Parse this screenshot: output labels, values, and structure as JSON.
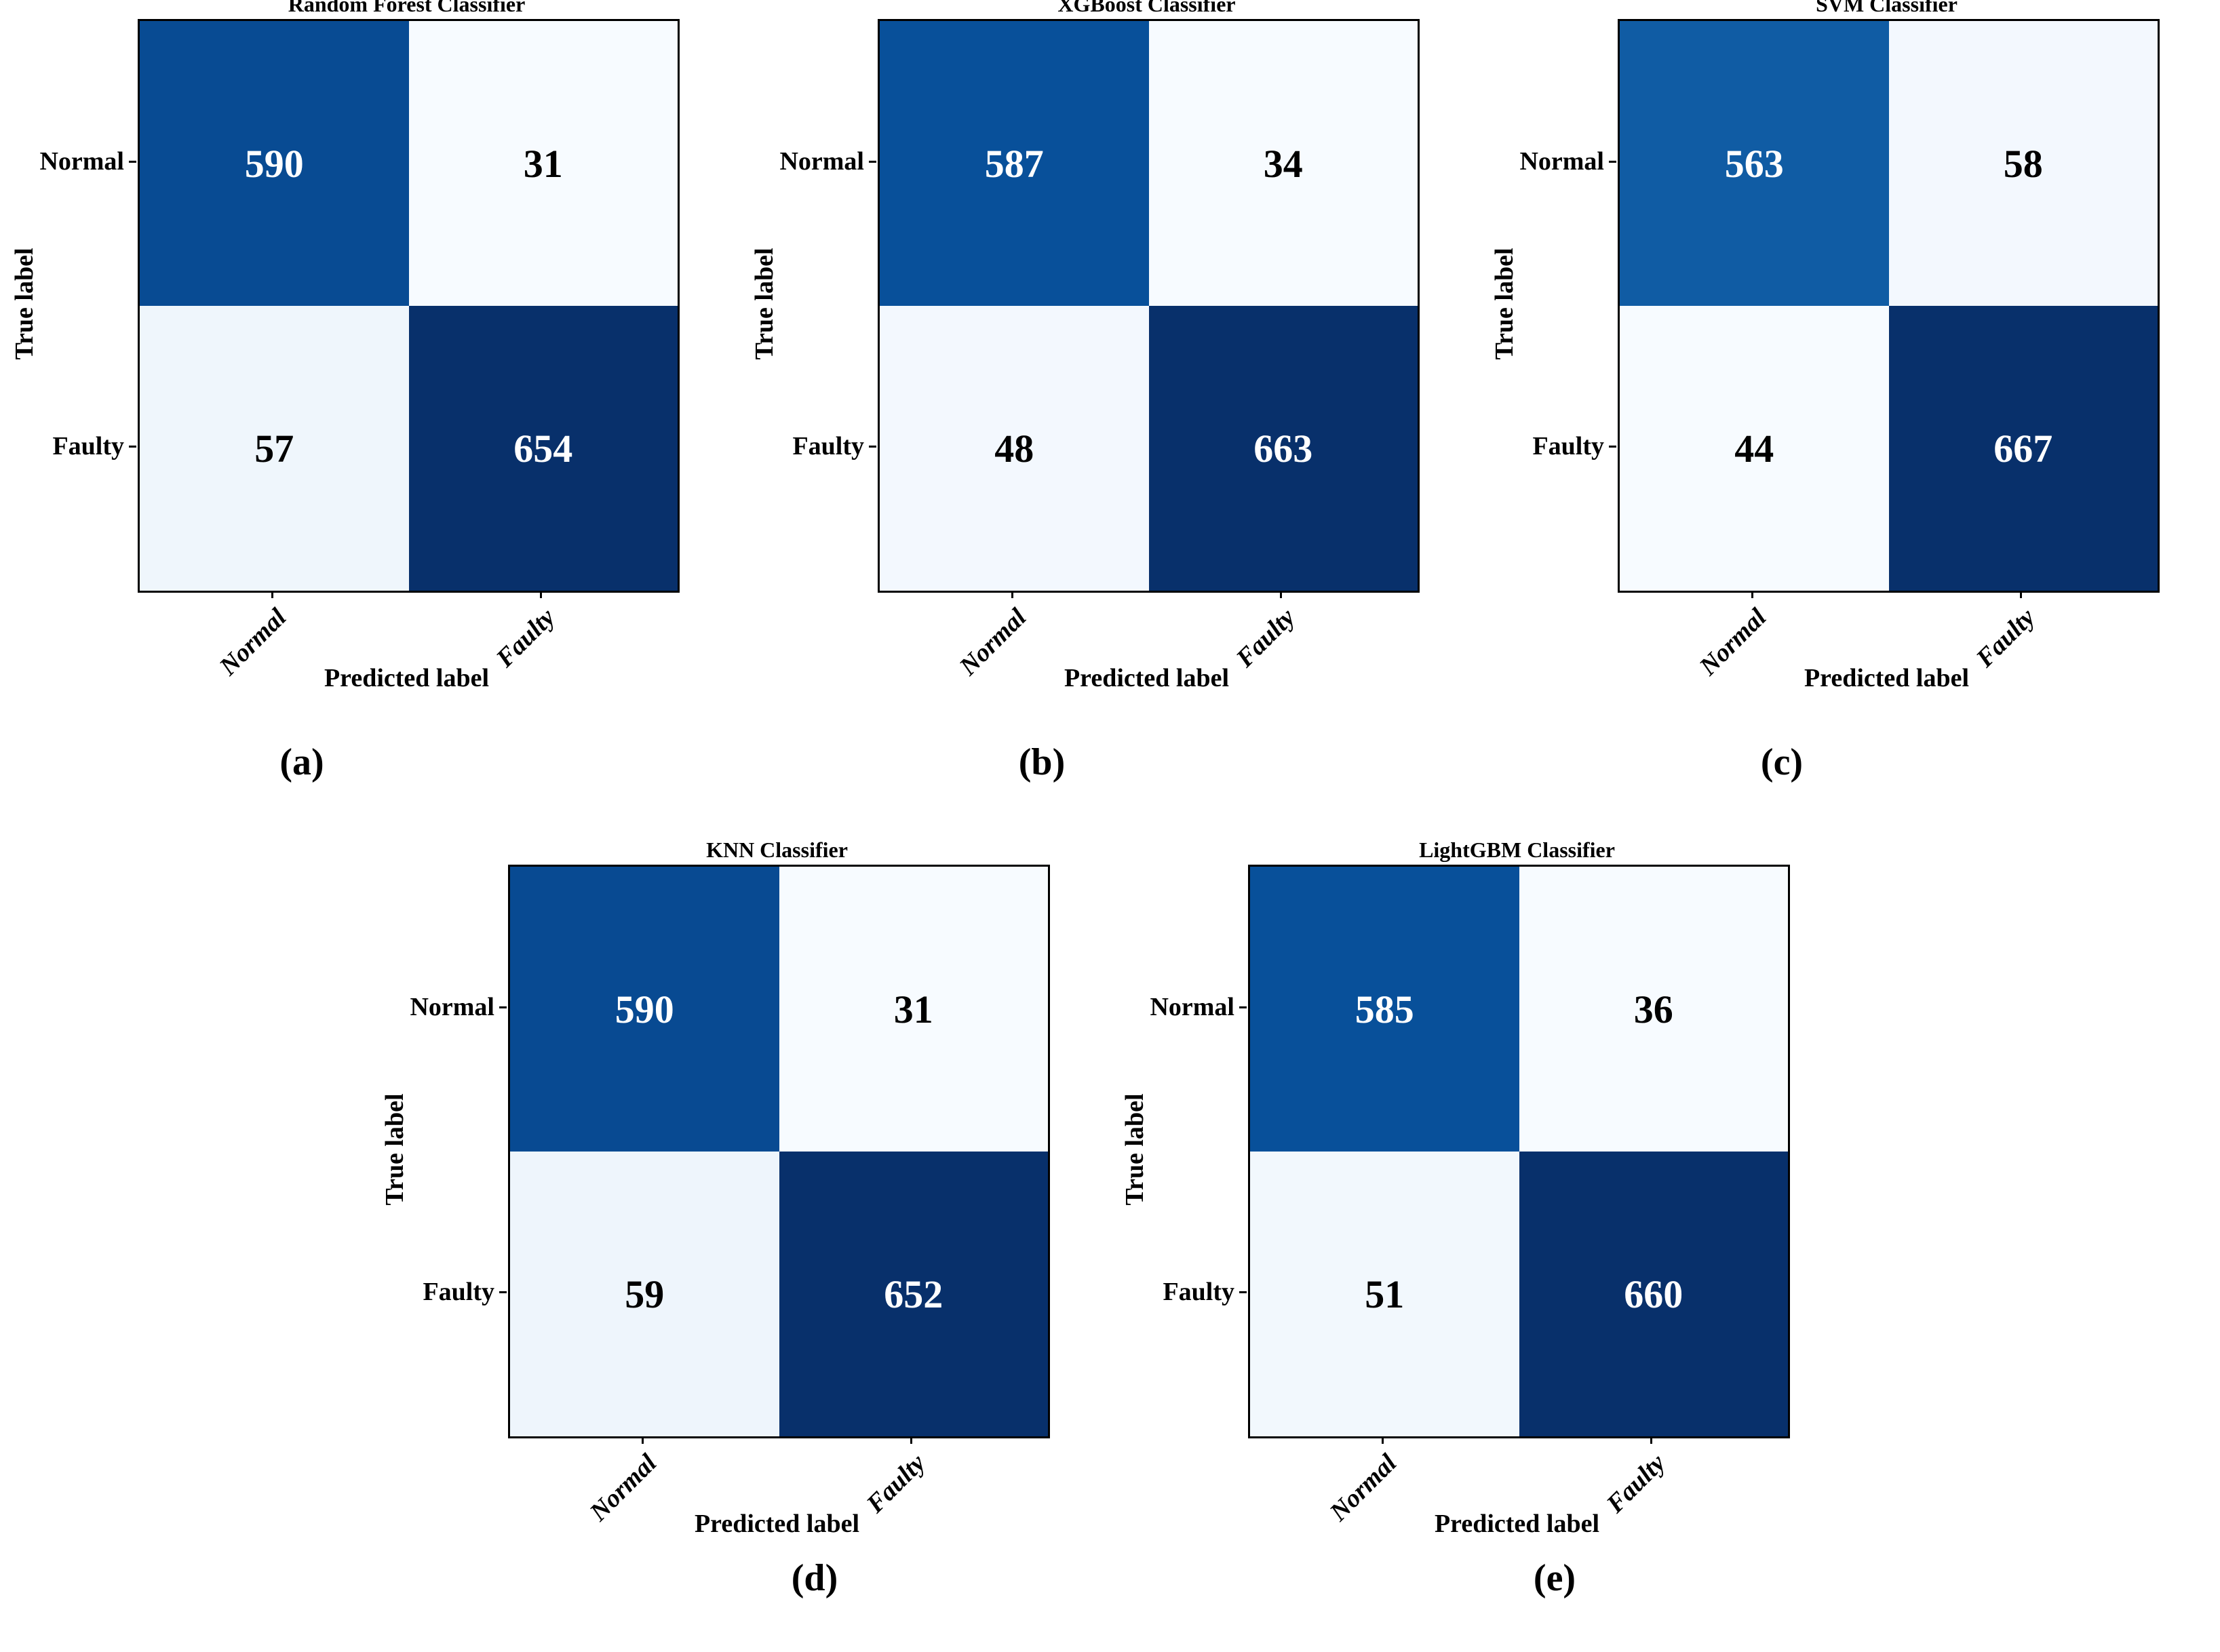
{
  "figure": {
    "classes": [
      "Normal",
      "Faulty"
    ],
    "xlabel": "Predicted label",
    "ylabel": "True label",
    "colormap": {
      "name": "Blues",
      "light": "#f7fbff",
      "dark": "#08306b"
    }
  },
  "chart_data": [
    {
      "type": "heatmap",
      "title": "Random Forest Classifier",
      "sublabel": "(a)",
      "x_categories": [
        "Normal",
        "Faulty"
      ],
      "y_categories": [
        "Normal",
        "Faulty"
      ],
      "values": [
        [
          590,
          31
        ],
        [
          57,
          654
        ]
      ],
      "xlabel": "Predicted label",
      "ylabel": "True label",
      "colormap": "Blues"
    },
    {
      "type": "heatmap",
      "title": "XGBoost Classifier",
      "sublabel": "(b)",
      "x_categories": [
        "Normal",
        "Faulty"
      ],
      "y_categories": [
        "Normal",
        "Faulty"
      ],
      "values": [
        [
          587,
          34
        ],
        [
          48,
          663
        ]
      ],
      "xlabel": "Predicted label",
      "ylabel": "True label",
      "colormap": "Blues"
    },
    {
      "type": "heatmap",
      "title": "SVM Classifier",
      "sublabel": "(c)",
      "x_categories": [
        "Normal",
        "Faulty"
      ],
      "y_categories": [
        "Normal",
        "Faulty"
      ],
      "values": [
        [
          563,
          58
        ],
        [
          44,
          667
        ]
      ],
      "xlabel": "Predicted label",
      "ylabel": "True label",
      "colormap": "Blues"
    },
    {
      "type": "heatmap",
      "title": "KNN Classifier",
      "sublabel": "(d)",
      "x_categories": [
        "Normal",
        "Faulty"
      ],
      "y_categories": [
        "Normal",
        "Faulty"
      ],
      "values": [
        [
          590,
          31
        ],
        [
          59,
          652
        ]
      ],
      "xlabel": "Predicted label",
      "ylabel": "True label",
      "colormap": "Blues"
    },
    {
      "type": "heatmap",
      "title": "LightGBM Classifier",
      "sublabel": "(e)",
      "x_categories": [
        "Normal",
        "Faulty"
      ],
      "y_categories": [
        "Normal",
        "Faulty"
      ],
      "values": [
        [
          585,
          36
        ],
        [
          51,
          660
        ]
      ],
      "xlabel": "Predicted label",
      "ylabel": "True label",
      "colormap": "Blues"
    }
  ]
}
